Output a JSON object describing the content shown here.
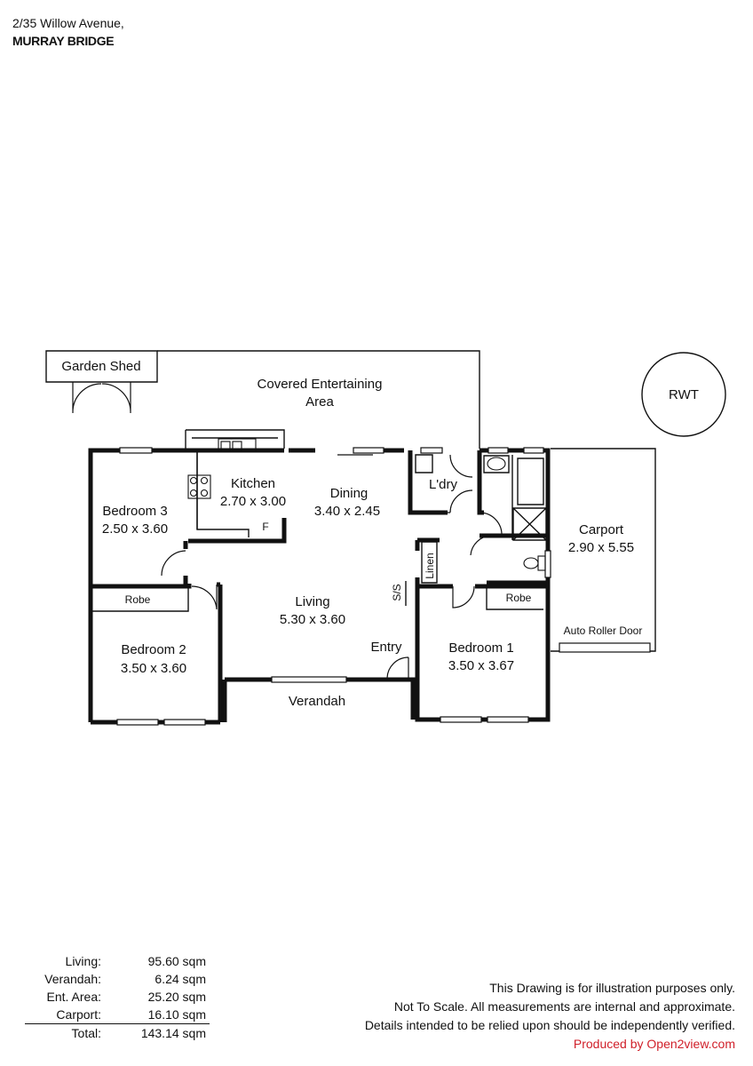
{
  "header": {
    "address_line": "2/35 Willow Avenue,",
    "suburb": "MURRAY BRIDGE"
  },
  "rooms": {
    "garden_shed": "Garden Shed",
    "covered_ent_1": "Covered Entertaining",
    "covered_ent_2": "Area",
    "rwt": "RWT",
    "kitchen": "Kitchen",
    "kitchen_dim": "2.70 x 3.00",
    "fridge": "F",
    "dining": "Dining",
    "dining_dim": "3.40 x 2.45",
    "laundry": "L'dry",
    "bedroom3": "Bedroom 3",
    "bedroom3_dim": "2.50 x 3.60",
    "carport": "Carport",
    "carport_dim": "2.90 x 5.55",
    "linen": "Linen",
    "ss": "S/S",
    "robe_left": "Robe",
    "robe_right": "Robe",
    "living": "Living",
    "living_dim": "5.30 x 3.60",
    "entry": "Entry",
    "auto_roller": "Auto Roller Door",
    "bedroom2": "Bedroom 2",
    "bedroom2_dim": "3.50 x 3.60",
    "bedroom1": "Bedroom 1",
    "bedroom1_dim": "3.50 x 3.67",
    "verandah": "Verandah"
  },
  "areas": [
    {
      "label": "Living:",
      "value": "95.60 sqm"
    },
    {
      "label": "Verandah:",
      "value": "6.24 sqm"
    },
    {
      "label": "Ent. Area:",
      "value": "25.20 sqm"
    },
    {
      "label": "Carport:",
      "value": "16.10 sqm"
    }
  ],
  "total": {
    "label": "Total:",
    "value": "143.14 sqm"
  },
  "disclaimer": {
    "line1": "This Drawing is for illustration purposes only.",
    "line2": "Not To Scale. All measurements are internal and approximate.",
    "line3": "Details intended to be relied upon should be independently verified.",
    "produced": "Produced by Open2view.com"
  }
}
